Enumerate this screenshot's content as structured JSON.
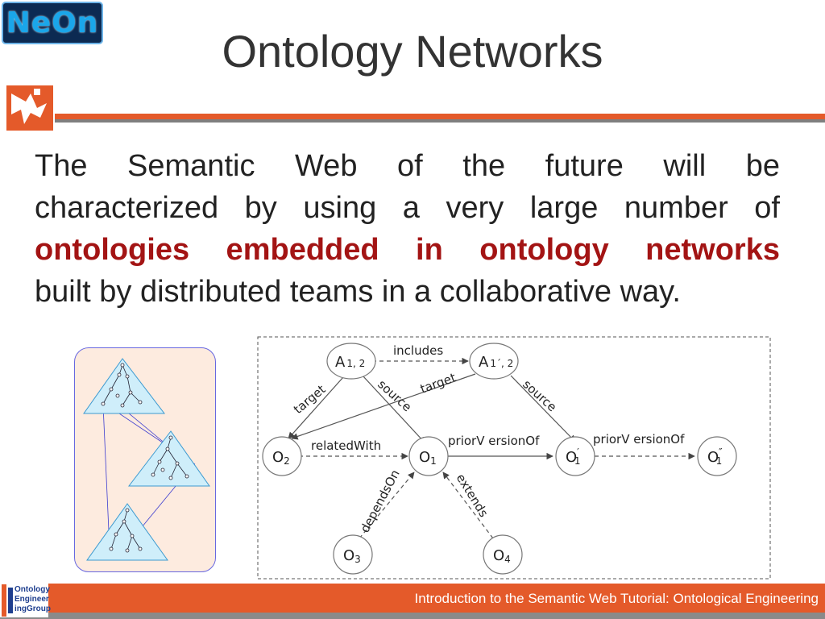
{
  "header": {
    "logo_text": "NeOn",
    "title": "Ontology Networks"
  },
  "body": {
    "line1": "The Semantic Web of the future will be",
    "line2": "characterized by using a very large number of",
    "line3_highlight": "ontologies embedded in ontology networks",
    "line4": "built by distributed teams in a collaborative way."
  },
  "diagram": {
    "nodes": {
      "a12": "A",
      "a12_sub": "1, 2",
      "a1p2": "A",
      "a1p2_sub": "1´, 2",
      "o2": "O",
      "o2_sub": "2",
      "o1": "O",
      "o1_sub": "1",
      "o1p": "O",
      "o1p_sub": "1",
      "o1p_sup": "′",
      "o1pp": "O",
      "o1pp_sub": "1",
      "o1pp_sup": "″",
      "o3": "O",
      "o3_sub": "3",
      "o4": "O",
      "o4_sub": "4"
    },
    "edges": {
      "includes": "includes",
      "target_left": "target",
      "source_left": "source",
      "target_right": "target",
      "source_right": "source",
      "related_with": "relatedWith",
      "prior_version_1": "priorV ersionOf",
      "prior_version_2": "priorV ersionOf",
      "depends_on": "dependsOn",
      "extends": "extends"
    }
  },
  "footer": {
    "text": "Introduction to the Semantic Web Tutorial: Ontological Engineering",
    "oeg_line1": "Ontology",
    "oeg_line2": "Engineer",
    "oeg_line3": "ingGroup"
  },
  "colors": {
    "accent_orange": "#e45a2a",
    "highlight_red": "#a31414",
    "panel_bg": "#fdebdf",
    "triangle_fill": "#cfeefa"
  }
}
